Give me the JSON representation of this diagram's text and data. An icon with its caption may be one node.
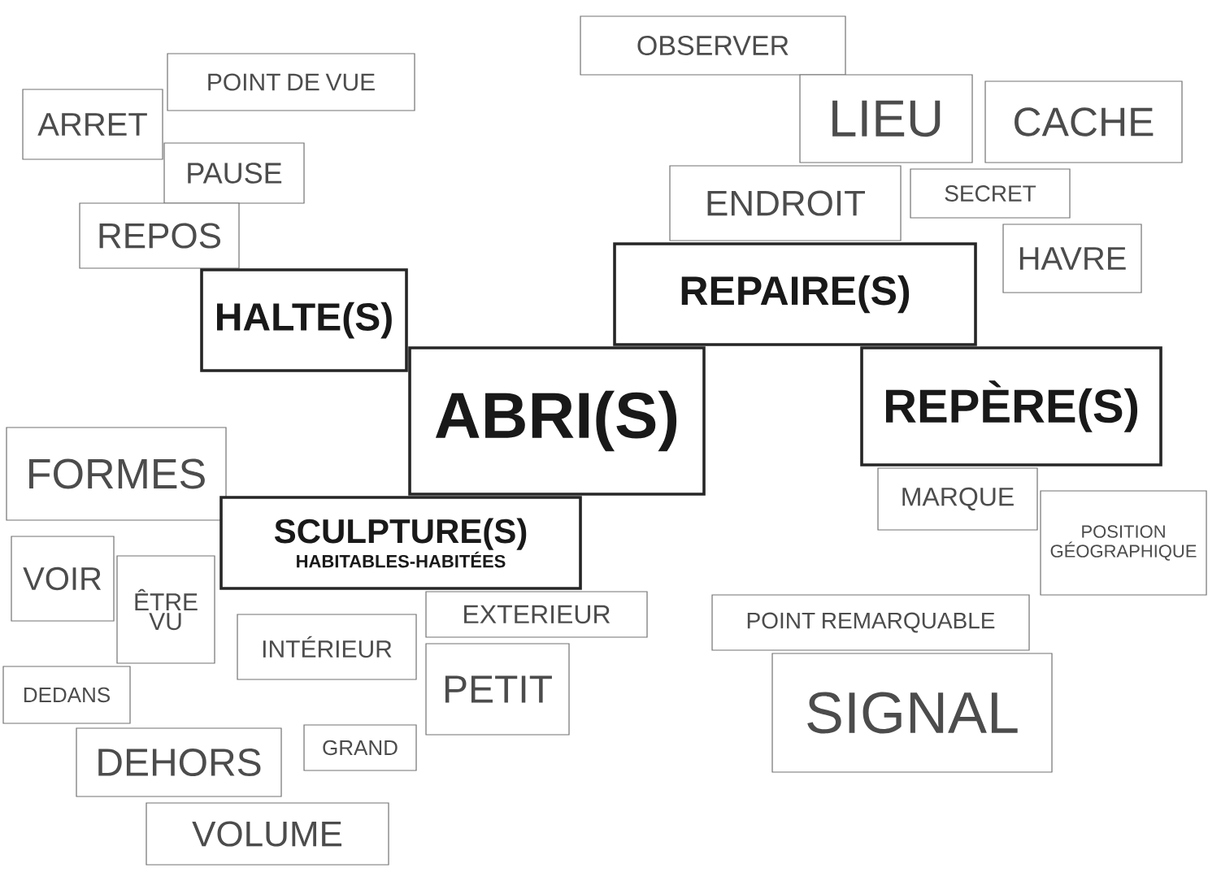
{
  "diagram": {
    "nodes": [
      {
        "text": [
          "OBSERVER"
        ]
      },
      {
        "text": [
          "POINT DE VUE"
        ]
      },
      {
        "text": [
          "ARRET"
        ]
      },
      {
        "text": [
          "LIEU"
        ]
      },
      {
        "text": [
          "CACHE"
        ]
      },
      {
        "text": [
          "PAUSE"
        ]
      },
      {
        "text": [
          "ENDROIT"
        ]
      },
      {
        "text": [
          "SECRET"
        ]
      },
      {
        "text": [
          "REPOS"
        ]
      },
      {
        "text": [
          "HAVRE"
        ]
      },
      {
        "text": [
          "HALTE(S)"
        ]
      },
      {
        "text": [
          "REPAIRE(S)"
        ]
      },
      {
        "text": [
          "ABRI(S)"
        ]
      },
      {
        "text": [
          "REPÈRE(S)"
        ]
      },
      {
        "text": [
          "FORMES"
        ]
      },
      {
        "text": [
          "SCULPTURE(S)",
          "HABITABLES-HABITÉES"
        ]
      },
      {
        "text": [
          "MARQUE"
        ]
      },
      {
        "text": [
          "POSITION GÉOGRAPHIQUE"
        ]
      },
      {
        "text": [
          "VOIR"
        ]
      },
      {
        "text": [
          "ÊTRE VU"
        ]
      },
      {
        "text": [
          "EXTERIEUR"
        ]
      },
      {
        "text": [
          "INTÉRIEUR"
        ]
      },
      {
        "text": [
          "POINT REMARQUABLE"
        ]
      },
      {
        "text": [
          "DEDANS"
        ]
      },
      {
        "text": [
          "PETIT"
        ]
      },
      {
        "text": [
          "SIGNAL"
        ]
      },
      {
        "text": [
          "DEHORS"
        ]
      },
      {
        "text": [
          "GRAND"
        ]
      },
      {
        "text": [
          "VOLUME"
        ]
      }
    ]
  }
}
